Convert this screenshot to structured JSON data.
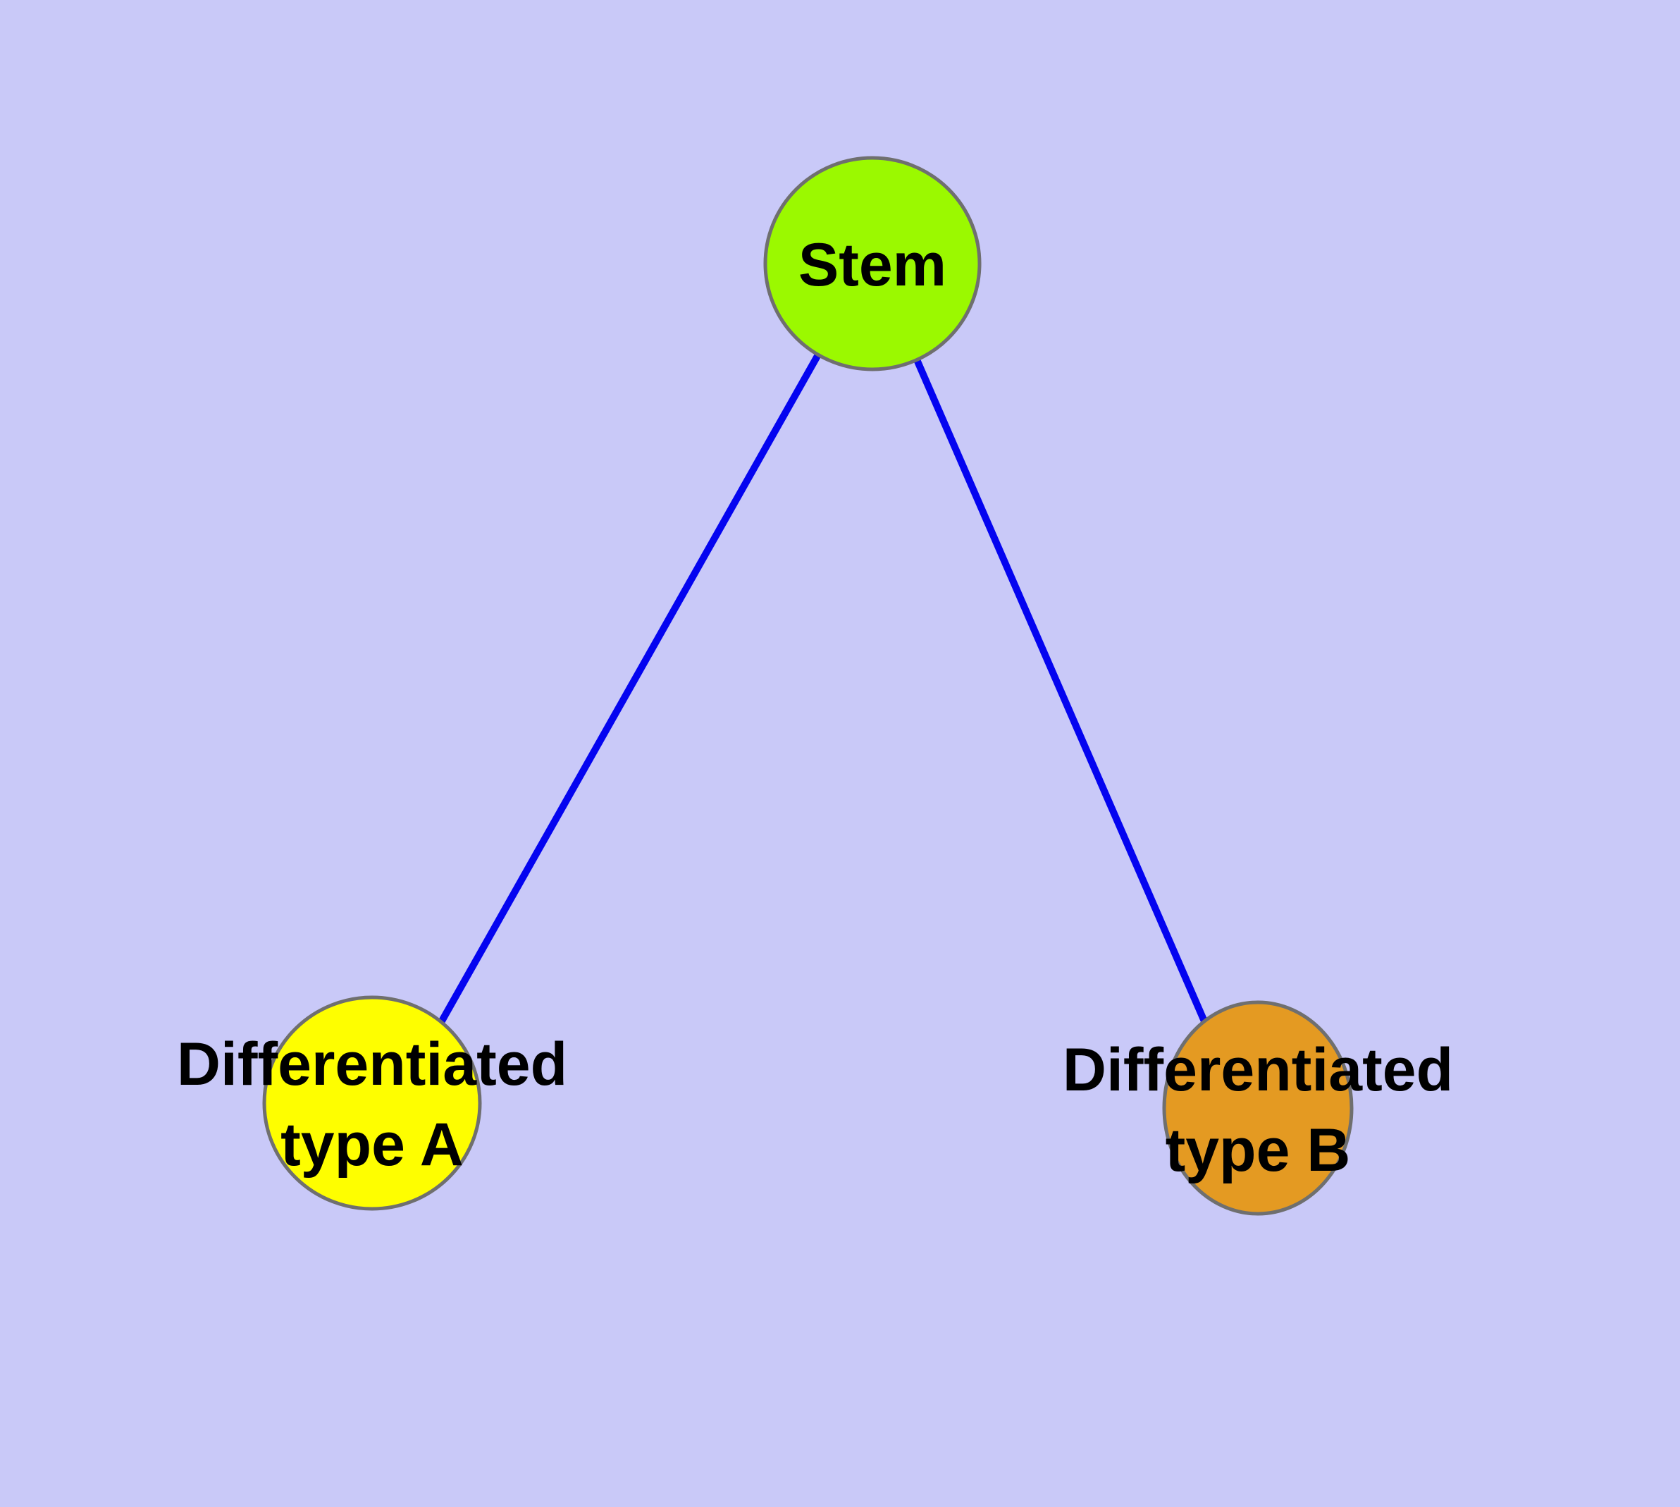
{
  "diagram": {
    "background_color": "#c9c9f8",
    "colors": {
      "edge": "#0404f0",
      "node_border": "#6f6f6f",
      "label_text": "#000000"
    },
    "nodes": {
      "stem": {
        "label": "Stem",
        "fill": "#9bf900"
      },
      "type_a": {
        "label_line1": "Differentiated",
        "label_line2": "type A",
        "fill": "#fefe00"
      },
      "type_b": {
        "label_line1": "Differentiated",
        "label_line2": "type B",
        "fill": "#e49a22"
      }
    },
    "edges": [
      {
        "from": "Stem",
        "to": "Differentiated type A"
      },
      {
        "from": "Stem",
        "to": "Differentiated type B"
      }
    ]
  }
}
